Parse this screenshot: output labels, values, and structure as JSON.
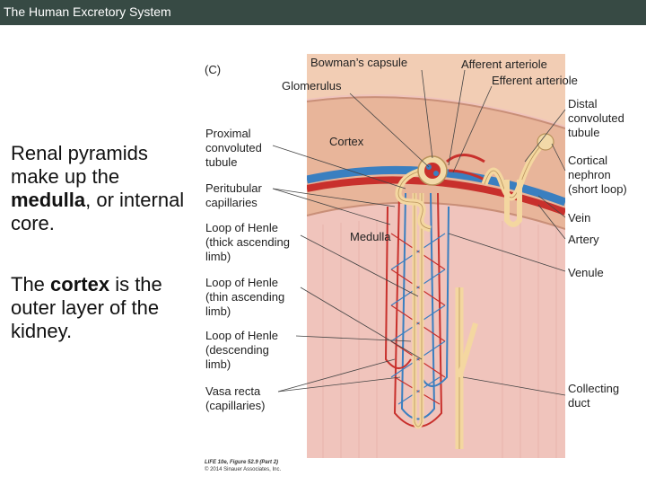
{
  "header": {
    "title": "The Human Excretory System"
  },
  "text": {
    "p1": {
      "pre": "Renal pyramids make up the ",
      "bold": "medulla",
      "post": ", or internal core."
    },
    "p2": {
      "pre": "The ",
      "bold": "cortex",
      "post": " is the outer layer of the kidney."
    }
  },
  "figure": {
    "panel_label": "(C)",
    "region_cortex": "Cortex",
    "region_medulla": "Medulla",
    "labels": {
      "bowmans_capsule": "Bowman’s capsule",
      "afferent_arteriole": "Afferent arteriole",
      "efferent_arteriole": "Efferent arteriole",
      "glomerulus": "Glomerulus",
      "proximal": [
        "Proximal",
        "convoluted",
        "tubule"
      ],
      "peritubular": [
        "Peritubular",
        "capillaries"
      ],
      "loop_thick": [
        "Loop of Henle",
        "(thick ascending",
        "limb)"
      ],
      "loop_thin": [
        "Loop of Henle",
        "(thin ascending",
        "limb)"
      ],
      "loop_desc": [
        "Loop of Henle",
        "(descending",
        "limb)"
      ],
      "vasa_recta": [
        "Vasa recta",
        "(capillaries)"
      ],
      "distal": [
        "Distal",
        "convoluted",
        "tubule"
      ],
      "cortical_nephron": [
        "Cortical",
        "nephron",
        "(short loop)"
      ],
      "vein": "Vein",
      "artery": "Artery",
      "venule": "Venule",
      "collecting_duct": [
        "Collecting",
        "duct"
      ]
    },
    "credit": [
      "LIFE 10e, Figure 52.9 (Part 2)",
      "© 2014 Sinauer Associates, Inc."
    ]
  },
  "colors": {
    "header_bg": "#374a44",
    "cortex": "#e8b59a",
    "medulla": "#f0c4bc",
    "tubule": "#f4d7a0",
    "artery": "#c8302c",
    "vein": "#3a7fc0"
  }
}
